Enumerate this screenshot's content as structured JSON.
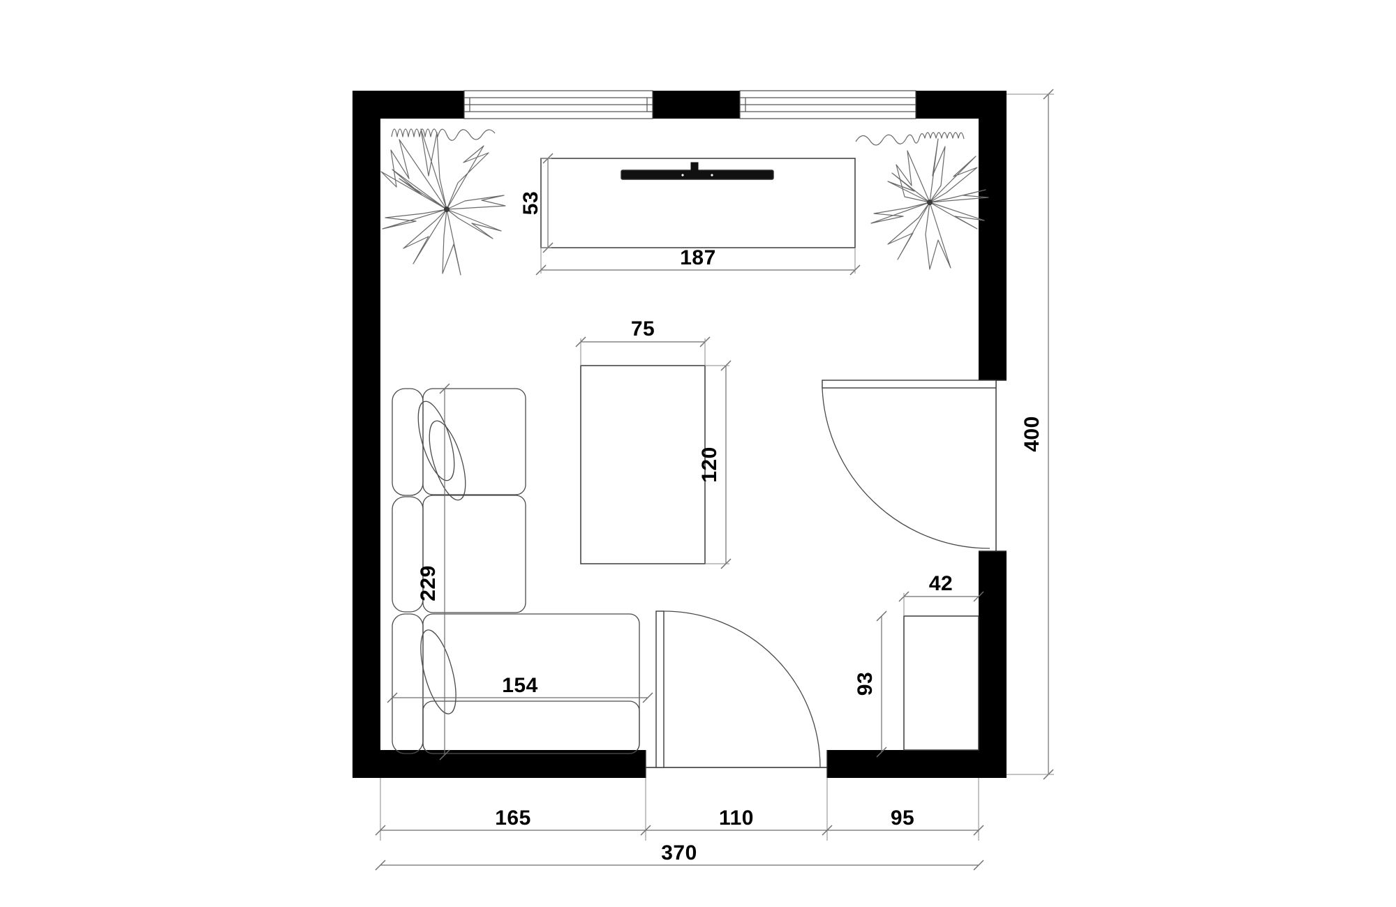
{
  "drawing": {
    "type": "floor-plan",
    "title": "Living room floor plan",
    "units": "cm",
    "room": {
      "overall_width": 370,
      "overall_depth": 400,
      "wall_fill": "#000000",
      "background": "#ffffff"
    }
  },
  "dimensions": {
    "media_console_depth": "53",
    "media_console_width": "187",
    "coffee_table_width": "75",
    "coffee_table_depth": "120",
    "sofa_depth": "229",
    "sofa_width": "154",
    "cabinet_width": "42",
    "cabinet_depth": "93",
    "room_height": "400",
    "bottom_seg_1": "165",
    "bottom_seg_2": "110",
    "bottom_seg_3": "95",
    "bottom_total": "370"
  },
  "elements": {
    "window_left": "window",
    "window_right": "window",
    "curtain_left": "curtain",
    "curtain_right": "curtain",
    "plant_left": "potted-plant",
    "plant_right": "potted-plant",
    "media_console": "media-console",
    "television": "television",
    "coffee_table": "coffee-table",
    "sofa": "sectional-sofa",
    "door_right": "swing-door",
    "door_bottom": "swing-door",
    "cabinet": "cabinet"
  },
  "colors": {
    "wall": "#000000",
    "line": "#3a3a3a",
    "dimension": "#6e6e6e",
    "text": "#000000",
    "paper": "#ffffff"
  }
}
